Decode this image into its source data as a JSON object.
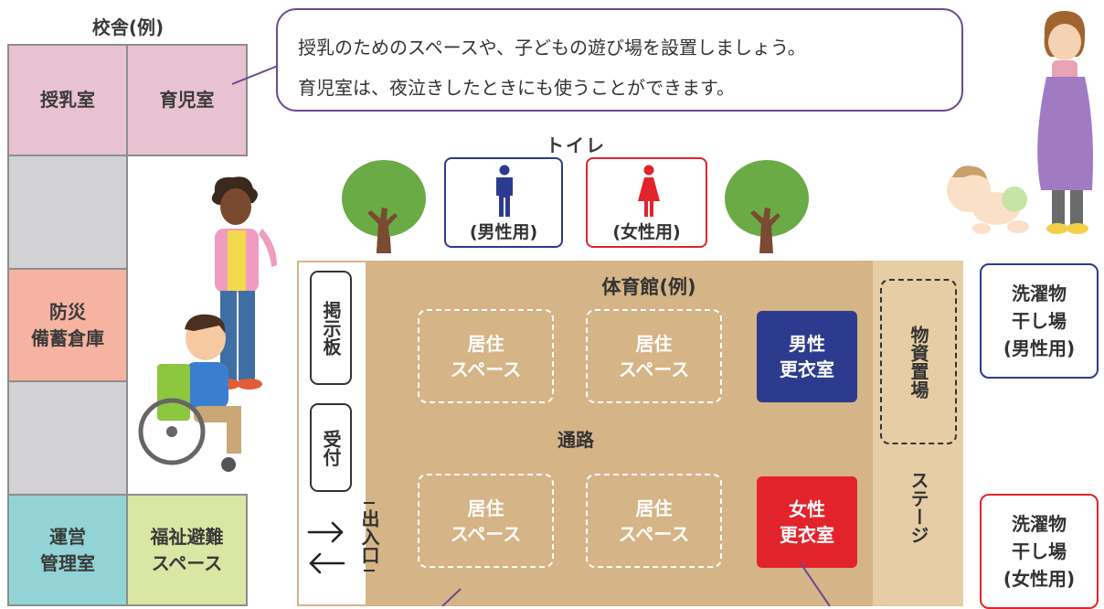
{
  "school": {
    "title": "校舎(例)",
    "cells": {
      "nursing_room": "授乳室",
      "childcare_room": "育児室",
      "disaster_storage": "防災\n備蓄倉庫",
      "management_office": "運営\n管理室",
      "welfare_shelter": "福祉避難\nスペース"
    }
  },
  "bubble": {
    "line1": "授乳のためのスペースや、子どもの遊び場を設置しましょう。",
    "line2": "育児室は、夜泣きしたときにも使うことができます。"
  },
  "toilet": {
    "title": "トイレ",
    "male": "(男性用)",
    "female": "(女性用)"
  },
  "gym": {
    "title": "体育館(例)",
    "passage": "通路",
    "bulletin_board": "掲示板",
    "reception": "受付",
    "entrance": "出入口",
    "living_spaces": [
      "居住\nスペース",
      "居住\nスペース",
      "居住\nスペース",
      "居住\nスペース"
    ],
    "male_changing": "男性\n更衣室",
    "female_changing": "女性\n更衣室",
    "supply_storage": "物資置場",
    "stage": "ステージ"
  },
  "laundry": {
    "male": "洗濯物\n干し場\n(男性用)",
    "female": "洗濯物\n干し場\n(女性用)"
  },
  "colors": {
    "male": "#2d3b8e",
    "female": "#e3232b",
    "bubble_border": "#6b4a8e",
    "gym_floor": "#d5b487",
    "stage": "#e6cda5"
  }
}
